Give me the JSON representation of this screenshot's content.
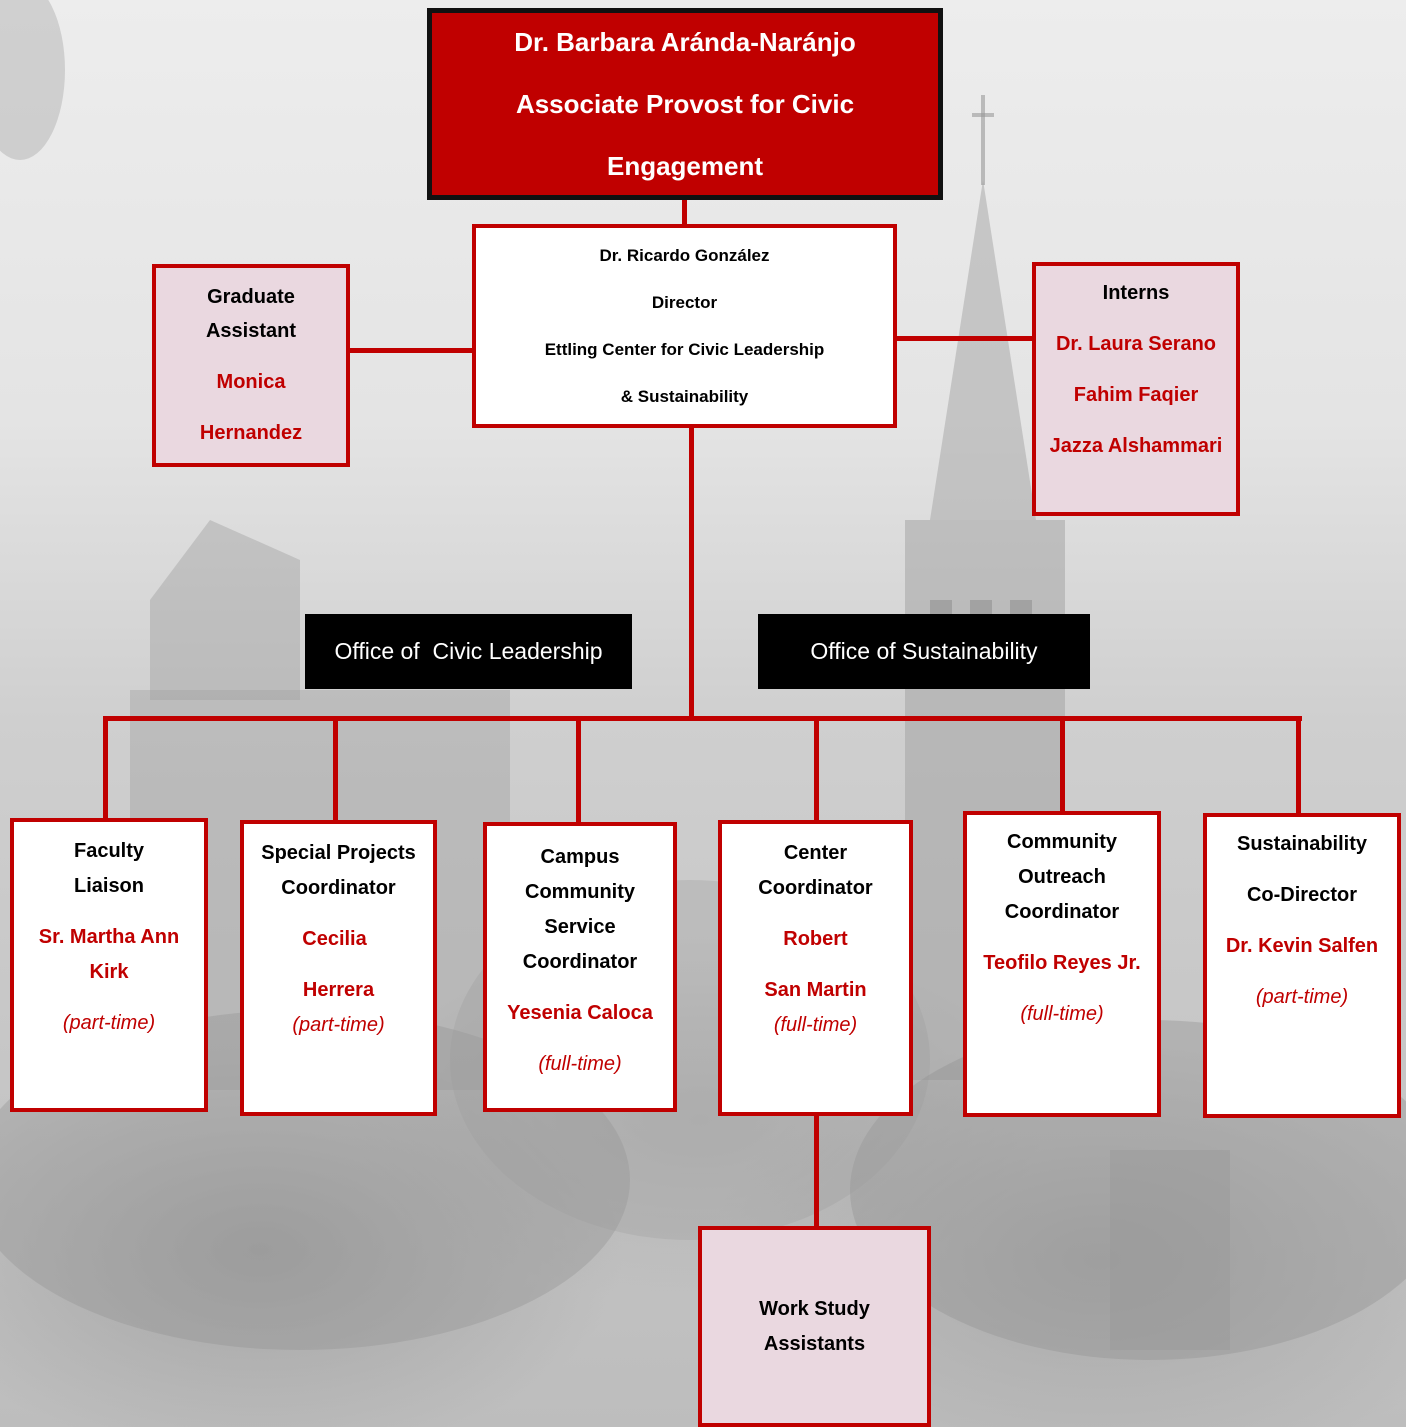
{
  "provost": {
    "name": "Dr. Barbara Aránda-Naránjo",
    "title": "Associate Provost for Civic",
    "title2": "Engagement"
  },
  "director": {
    "name": "Dr. Ricardo González",
    "role": "Director",
    "org": "Ettling Center for Civic Leadership",
    "org2": "& Sustainability"
  },
  "graduate_assistant": {
    "label1": "Graduate",
    "label2": "Assistant",
    "name1": "Monica",
    "name2": "Hernandez"
  },
  "interns": {
    "label": "Interns",
    "names": [
      "Dr. Laura Serano",
      "Fahim Faqier",
      "Jazza Alshammari"
    ]
  },
  "offices": {
    "civic": "Office of  Civic Leadership",
    "sustainability": "Office of Sustainability"
  },
  "staff": [
    {
      "title": [
        "Faculty",
        "Liaison"
      ],
      "name": [
        "Sr. Martha Ann",
        "Kirk"
      ],
      "status": "(part-time)"
    },
    {
      "title": [
        "Special Projects",
        "Coordinator"
      ],
      "name": [
        "Cecilia",
        "Herrera"
      ],
      "status": "(part-time)"
    },
    {
      "title": [
        "Campus",
        "Community",
        "Service",
        "Coordinator"
      ],
      "name": [
        "Yesenia Caloca"
      ],
      "status": "(full-time)"
    },
    {
      "title": [
        "Center",
        "Coordinator"
      ],
      "name": [
        "Robert",
        "San Martin"
      ],
      "status": "(full-time)"
    },
    {
      "title": [
        "Community",
        "Outreach",
        "Coordinator"
      ],
      "name": [
        "Teofilo Reyes Jr."
      ],
      "status": "(full-time)"
    },
    {
      "title": [
        "Sustainability",
        "Co-Director"
      ],
      "name": [
        "Dr. Kevin Salfen"
      ],
      "status": "(part-time)"
    }
  ],
  "work_study": {
    "label1": "Work Study",
    "label2": "Assistants"
  },
  "colors": {
    "accent_red": "#c00000",
    "dark_border": "#111111",
    "pink_fill": "#ead8e0",
    "office_fill": "#000000"
  }
}
